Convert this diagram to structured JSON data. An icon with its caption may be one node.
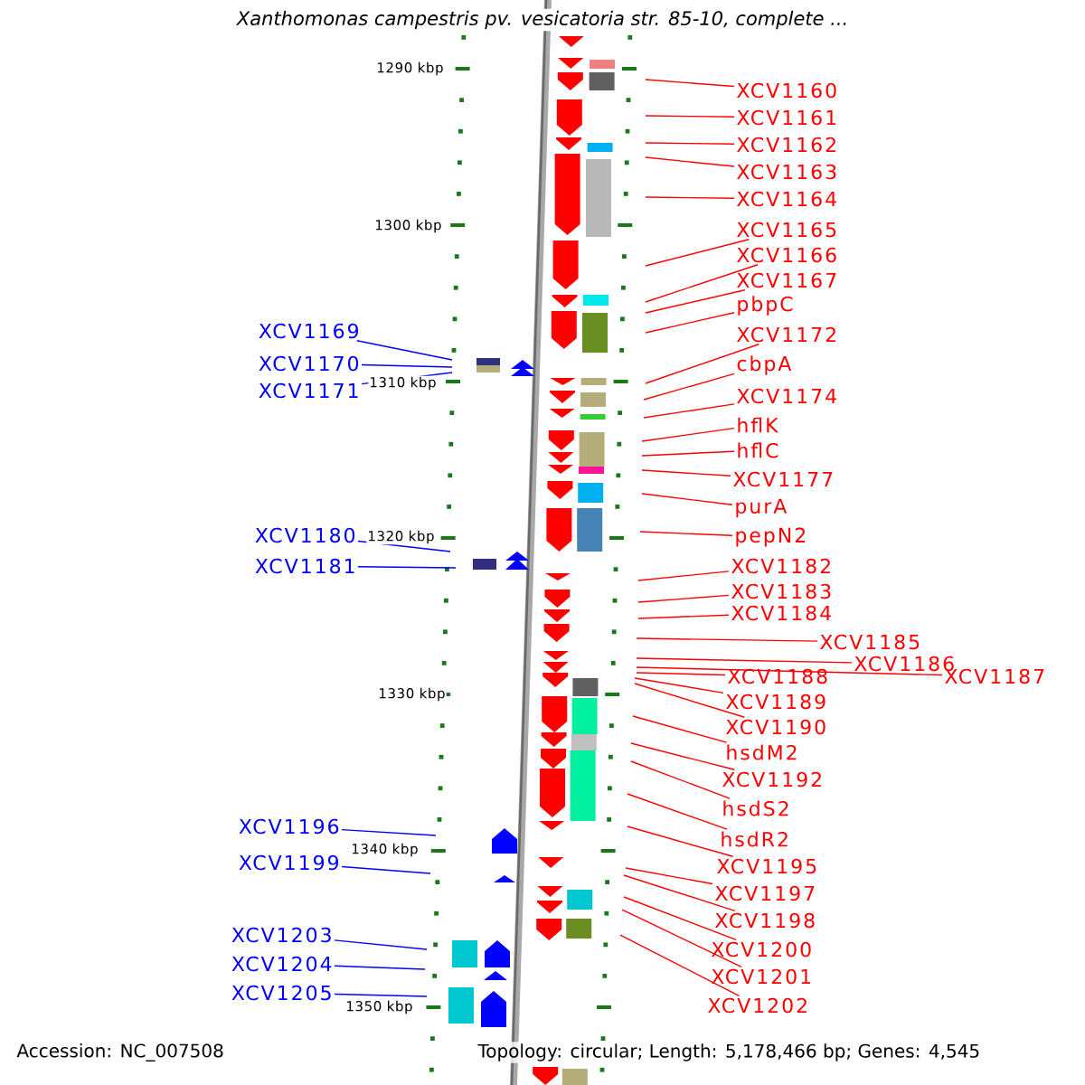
{
  "diagram": {
    "title": "Xanthomonas campestris pv. vesicatoria str. 85-10, complete ...",
    "nodes": [
      {
        "text": [
          "XCV1160"
        ]
      },
      {
        "text": [
          "XCV1161"
        ]
      },
      {
        "text": [
          "XCV1162"
        ]
      },
      {
        "text": [
          "XCV1163"
        ]
      },
      {
        "text": [
          "XCV1164"
        ]
      },
      {
        "text": [
          "XCV1165"
        ]
      },
      {
        "text": [
          "XCV1166"
        ]
      },
      {
        "text": [
          "XCV1167"
        ]
      },
      {
        "text": [
          "pbpC"
        ]
      },
      {
        "text": [
          "XCV1172"
        ]
      },
      {
        "text": [
          "cbpA"
        ]
      },
      {
        "text": [
          "XCV1174"
        ]
      },
      {
        "text": [
          "hflK"
        ]
      },
      {
        "text": [
          "hflC"
        ]
      },
      {
        "text": [
          "XCV1177"
        ]
      },
      {
        "text": [
          "purA"
        ]
      },
      {
        "text": [
          "pepN2"
        ]
      },
      {
        "text": [
          "XCV1182"
        ]
      },
      {
        "text": [
          "XCV1183"
        ]
      },
      {
        "text": [
          "XCV1184"
        ]
      },
      {
        "text": [
          "XCV1185"
        ]
      },
      {
        "text": [
          "XCV1186"
        ]
      },
      {
        "text": [
          "XCV1187"
        ]
      },
      {
        "text": [
          "XCV1188"
        ]
      },
      {
        "text": [
          "XCV1189"
        ]
      },
      {
        "text": [
          "XCV1190"
        ]
      },
      {
        "text": [
          "hsdM2"
        ]
      },
      {
        "text": [
          "XCV1192"
        ]
      },
      {
        "text": [
          "hsdS2"
        ]
      },
      {
        "text": [
          "hsdR2"
        ]
      },
      {
        "text": [
          "XCV1195"
        ]
      },
      {
        "text": [
          "XCV1197"
        ]
      },
      {
        "text": [
          "XCV1198"
        ]
      },
      {
        "text": [
          "XCV1200"
        ]
      },
      {
        "text": [
          "XCV1201"
        ]
      },
      {
        "text": [
          "XCV1202"
        ]
      },
      {
        "text": [
          "XCV1169"
        ]
      },
      {
        "text": [
          "XCV1170"
        ]
      },
      {
        "text": [
          "XCV1171"
        ]
      },
      {
        "text": [
          "XCV1180"
        ]
      },
      {
        "text": [
          "XCV1181"
        ]
      },
      {
        "text": [
          "XCV1196"
        ]
      },
      {
        "text": [
          "XCV1199"
        ]
      },
      {
        "text": [
          "XCV1203"
        ]
      },
      {
        "text": [
          "XCV1204"
        ]
      },
      {
        "text": [
          "XCV1205"
        ]
      }
    ],
    "edges": [
      {
        "from": 0,
        "to": null,
        "arrow": "none"
      },
      {
        "from": 1,
        "to": null,
        "arrow": "none"
      },
      {
        "from": 2,
        "to": null,
        "arrow": "none"
      },
      {
        "from": 3,
        "to": null,
        "arrow": "none"
      },
      {
        "from": 4,
        "to": null,
        "arrow": "none"
      },
      {
        "from": 5,
        "to": null,
        "arrow": "none"
      },
      {
        "from": 6,
        "to": null,
        "arrow": "none"
      },
      {
        "from": 7,
        "to": null,
        "arrow": "none"
      },
      {
        "from": 8,
        "to": null,
        "arrow": "none"
      },
      {
        "from": 9,
        "to": null,
        "arrow": "none"
      },
      {
        "from": 10,
        "to": null,
        "arrow": "none"
      },
      {
        "from": 11,
        "to": null,
        "arrow": "none"
      },
      {
        "from": 12,
        "to": null,
        "arrow": "none"
      },
      {
        "from": 13,
        "to": null,
        "arrow": "none"
      },
      {
        "from": 14,
        "to": null,
        "arrow": "none"
      },
      {
        "from": 15,
        "to": null,
        "arrow": "none"
      },
      {
        "from": 16,
        "to": null,
        "arrow": "none"
      },
      {
        "from": 17,
        "to": null,
        "arrow": "none"
      },
      {
        "from": 18,
        "to": null,
        "arrow": "none"
      },
      {
        "from": 19,
        "to": null,
        "arrow": "none"
      },
      {
        "from": 20,
        "to": null,
        "arrow": "none"
      },
      {
        "from": 21,
        "to": null,
        "arrow": "none"
      },
      {
        "from": 22,
        "to": null,
        "arrow": "none"
      },
      {
        "from": 23,
        "to": null,
        "arrow": "none"
      },
      {
        "from": 24,
        "to": null,
        "arrow": "none"
      },
      {
        "from": 25,
        "to": null,
        "arrow": "none"
      },
      {
        "from": 26,
        "to": null,
        "arrow": "none"
      },
      {
        "from": 27,
        "to": null,
        "arrow": "none"
      },
      {
        "from": 28,
        "to": null,
        "arrow": "none"
      },
      {
        "from": 29,
        "to": null,
        "arrow": "none"
      },
      {
        "from": 30,
        "to": null,
        "arrow": "none"
      },
      {
        "from": 31,
        "to": null,
        "arrow": "none"
      },
      {
        "from": 32,
        "to": null,
        "arrow": "none"
      },
      {
        "from": 33,
        "to": null,
        "arrow": "none"
      },
      {
        "from": 34,
        "to": null,
        "arrow": "none"
      },
      {
        "from": 35,
        "to": null,
        "arrow": "none"
      },
      {
        "from": 36,
        "to": null,
        "arrow": "none",
        "color": "#0000ff"
      },
      {
        "from": 37,
        "to": null,
        "arrow": "none",
        "color": "#0000ff"
      },
      {
        "from": 38,
        "to": null,
        "arrow": "none",
        "color": "#0000ff"
      },
      {
        "from": 39,
        "to": null,
        "arrow": "none",
        "color": "#0000ff"
      },
      {
        "from": 40,
        "to": null,
        "arrow": "none",
        "color": "#0000ff"
      },
      {
        "from": 41,
        "to": null,
        "arrow": "none",
        "color": "#0000ff"
      },
      {
        "from": 42,
        "to": null,
        "arrow": "none",
        "color": "#0000ff"
      },
      {
        "from": 43,
        "to": null,
        "arrow": "none",
        "color": "#0000ff"
      },
      {
        "from": 44,
        "to": null,
        "arrow": "none",
        "color": "#0000ff"
      },
      {
        "from": 45,
        "to": null,
        "arrow": "none",
        "color": "#0000ff"
      }
    ],
    "labels": [
      "1290 kbp",
      "1300 kbp",
      "1310 kbp",
      "1320 kbp",
      "1330 kbp",
      "1340 kbp",
      "1350 kbp",
      "Accession: NC_007508",
      "Topology: circular; Length: 5,178,466 bp; Genes: 4,545"
    ]
  }
}
